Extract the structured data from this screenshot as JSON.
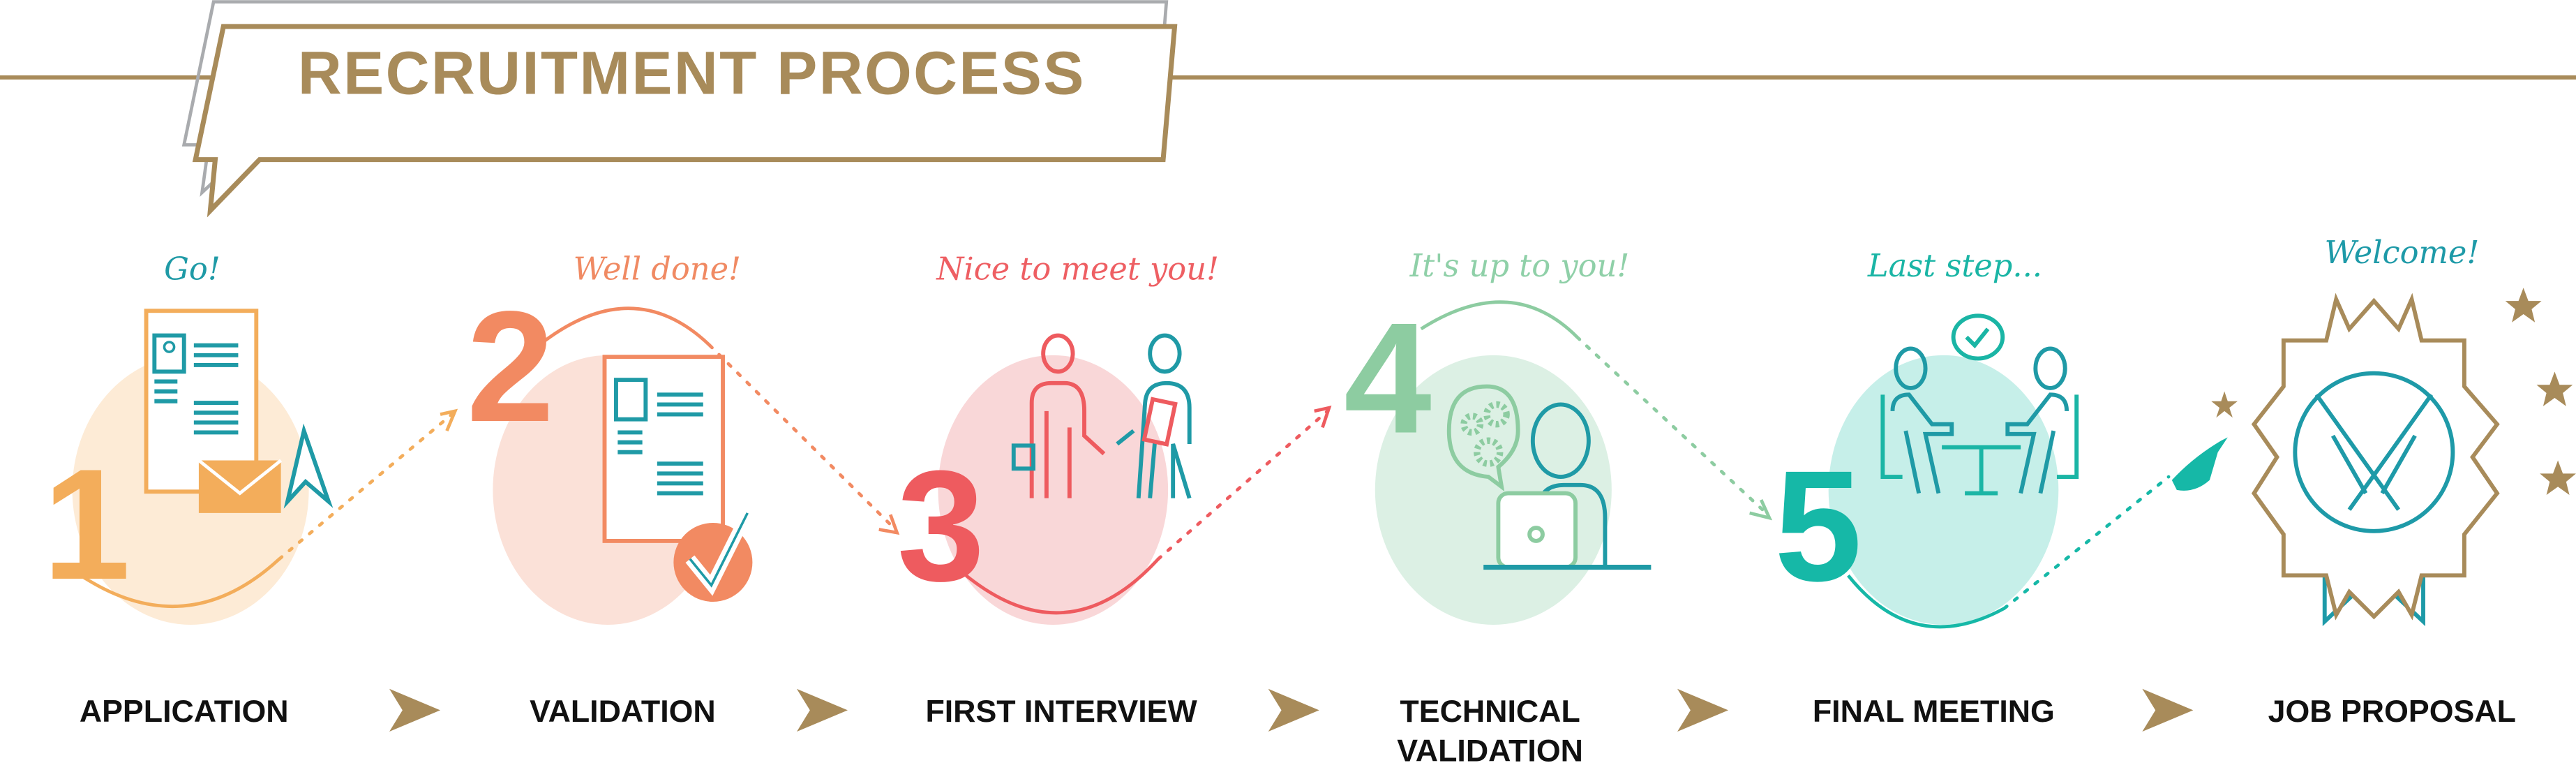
{
  "header": {
    "title": "RECRUITMENT PROCESS"
  },
  "colors": {
    "gold": "#a88b5a",
    "grey": "#a9abae"
  },
  "steps": [
    {
      "number": "1",
      "tagline": "Go!",
      "label": "APPLICATION",
      "color": "#f3ad5b",
      "tag_color": "#1f9aa6",
      "bg": "#fdebd6",
      "icon": "resume-envelope-icon"
    },
    {
      "number": "2",
      "tagline": "Well done!",
      "label": "VALIDATION",
      "color": "#f28a62",
      "tag_color": "#f08a63",
      "bg": "#fbe1d8",
      "icon": "resume-check-icon"
    },
    {
      "number": "3",
      "tagline": "Nice to meet you!",
      "label": "FIRST INTERVIEW",
      "color": "#ee5b5f",
      "tag_color": "#ee5f63",
      "bg": "#f9d7d8",
      "icon": "handshake-people-icon"
    },
    {
      "number": "4",
      "tagline": "It's up to you!",
      "label_line1": "TECHNICAL",
      "label_line2": "VALIDATION",
      "color": "#8dcca1",
      "tag_color": "#8fd0a8",
      "bg": "#dcf0e4",
      "icon": "technical-test-icon"
    },
    {
      "number": "5",
      "tagline": "Last step...",
      "label": "FINAL MEETING",
      "color": "#16b8a7",
      "tag_color": "#1ab5a5",
      "bg": "#c6efe9",
      "icon": "meeting-table-icon"
    },
    {
      "tagline": "Welcome!",
      "label": "JOB PROPOSAL",
      "color": "#1e9aa8",
      "tag_color": "#1e9aa8",
      "icon": "handshake-badge-icon"
    }
  ]
}
